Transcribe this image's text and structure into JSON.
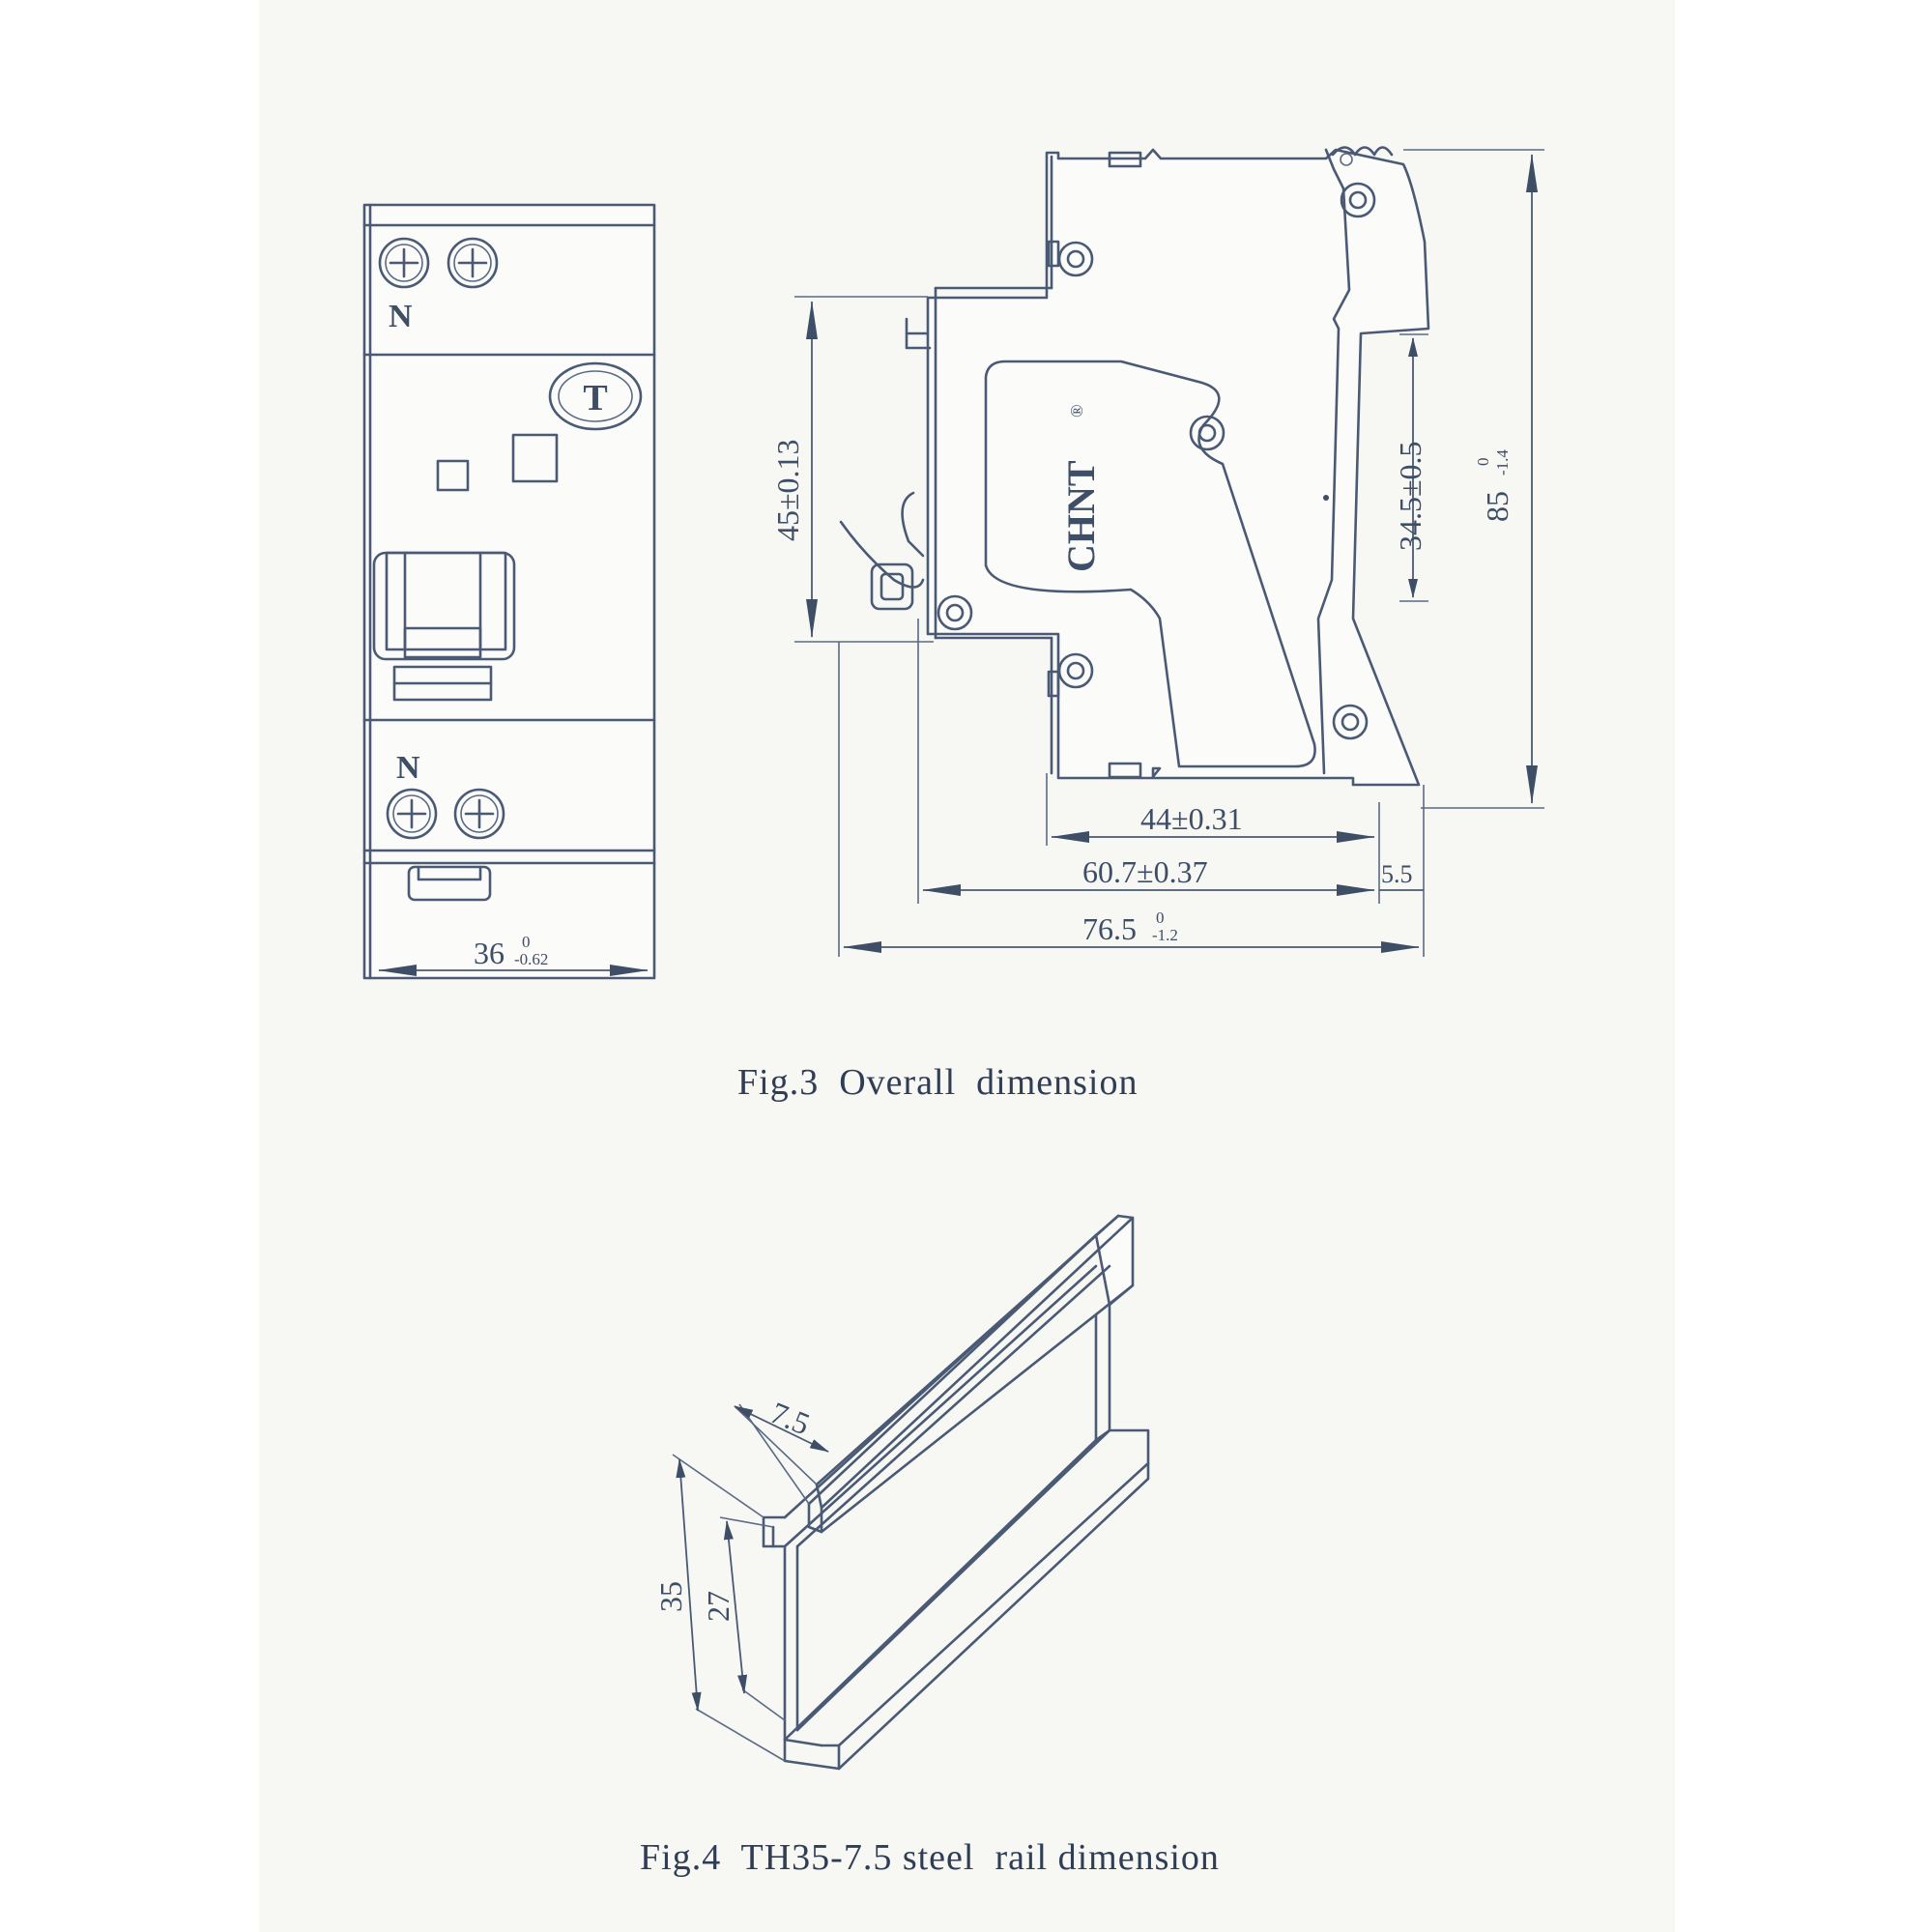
{
  "fig3": {
    "caption": "Fig.3  Overall  dimension",
    "front": {
      "terminal_top_label": "N",
      "terminal_bottom_label": "N",
      "test_button_label": "T",
      "width_dim": "36",
      "width_tol_upper": "0",
      "width_tol_lower": "-0.62"
    },
    "side": {
      "brand": "CHNT",
      "brand_mark": "®",
      "dim_height_45": "45±0.13",
      "dim_height_34_5": "34.5±0.5",
      "dim_height_85": "85",
      "dim_height_85_tol_upper": "0",
      "dim_height_85_tol_lower": "-1.4",
      "dim_44": "44±0.31",
      "dim_60_7": "60.7±0.37",
      "dim_5_5": "5.5",
      "dim_76_5": "76.5",
      "dim_76_5_tol_upper": "0",
      "dim_76_5_tol_lower": "-1.2"
    }
  },
  "fig4": {
    "caption": "Fig.4  TH35-7.5 steel  rail dimension",
    "dim_depth": "7.5",
    "dim_outer_height": "35",
    "dim_inner_height": "27"
  }
}
